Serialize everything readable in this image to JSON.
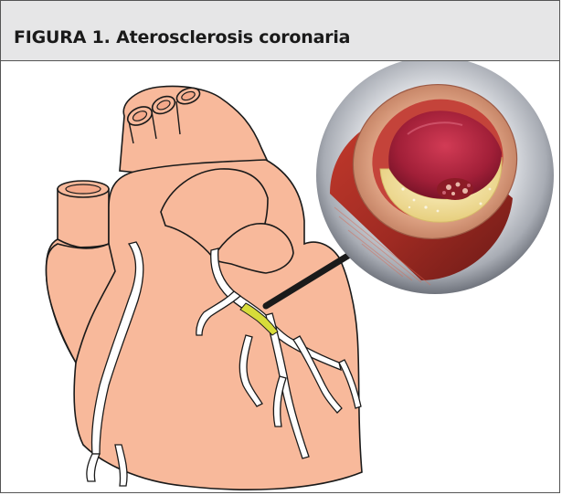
{
  "figure": {
    "title": "FIGURA 1. Aterosclerosis coronaria"
  },
  "colors": {
    "header_background": "#e6e6e7",
    "border": "#555555",
    "heart_fill": "#f8b99b",
    "heart_outline": "#1a1a1a",
    "coronary_vessel": "#ffffff",
    "plaque_in_vessel": "#d7dc3a",
    "artery_wall": "#b53a30",
    "artery_lumen": "#a3203a",
    "plaque_in_section": "#f2df97",
    "arrow": "#1a1a1a"
  },
  "icons": {
    "heart": "heart-illustration",
    "artery_cross_section": "artery-cross-section-illustration",
    "pointer_arrow": "arrow-icon"
  }
}
